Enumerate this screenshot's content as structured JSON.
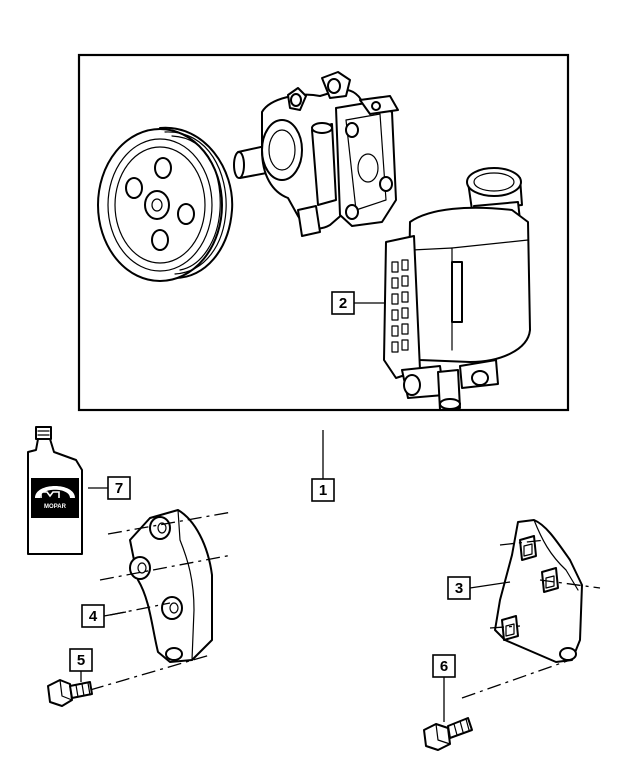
{
  "callouts": [
    {
      "id": "1",
      "label": "1"
    },
    {
      "id": "2",
      "label": "2"
    },
    {
      "id": "3",
      "label": "3"
    },
    {
      "id": "4",
      "label": "4"
    },
    {
      "id": "5",
      "label": "5"
    },
    {
      "id": "6",
      "label": "6"
    },
    {
      "id": "7",
      "label": "7"
    }
  ],
  "fluid_bottle": {
    "brand": "MOPAR"
  }
}
